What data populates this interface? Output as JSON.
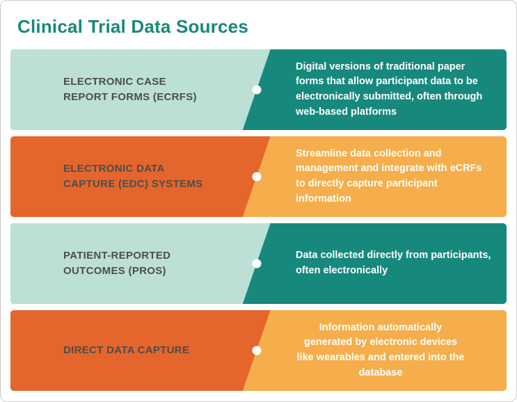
{
  "page": {
    "title": "Clinical Trial Data Sources"
  },
  "rows": [
    {
      "label": "ELECTRONIC CASE REPORT FORMS (ECRFS)",
      "description": "Digital versions of traditional paper forms that allow participant data to be electronically submitted, often through web-based platforms",
      "theme": "teal"
    },
    {
      "label": "ELECTRONIC DATA CAPTURE (EDC) SYSTEMS",
      "description": "Streamline data collection and management and integrate with eCRFs to directly capture participant information",
      "theme": "orange"
    },
    {
      "label": "PATIENT-REPORTED OUTCOMES (PROS)",
      "description": "Data collected directly from participants, often electronically",
      "theme": "teal"
    },
    {
      "label": "DIRECT DATA CAPTURE",
      "description": "Information automatically generated by electronic devices like wearables and entered into the database",
      "theme": "orange"
    }
  ],
  "colors": {
    "teal-dark": "#17897c",
    "mint": "#bce0d5",
    "orange": "#e4662c",
    "amber": "#f5ae4b",
    "label-gray": "#4d4d4d",
    "card-border": "#cbcbcb"
  }
}
